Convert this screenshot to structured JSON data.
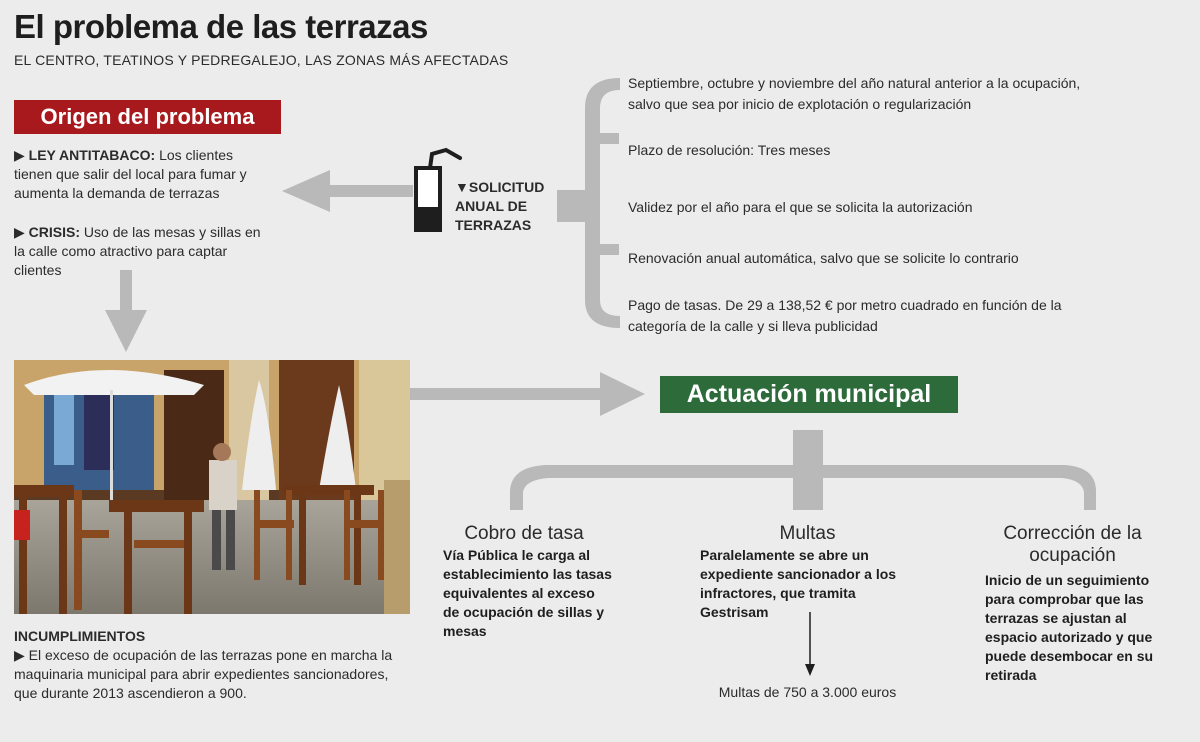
{
  "header": {
    "title": "El problema de las terrazas",
    "subtitle": "EL CENTRO, TEATINOS Y PEDREGALEJO, LAS ZONAS MÁS AFECTADAS"
  },
  "origin": {
    "banner": "Origen del problema",
    "causes": [
      {
        "marker": "▶",
        "head": "LEY ANTITABACO:",
        "body": " Los clientes tienen que salir del local para fumar y aumenta la demanda de terrazas"
      },
      {
        "marker": "▶",
        "head": "CRISIS:",
        "body": " Uso de las mesas y sillas en la calle como atractivo para captar clientes"
      }
    ]
  },
  "incumplimientos": {
    "head": "INCUMPLIMIENTOS",
    "marker": "▶",
    "body": " El exceso de ocupación de las terrazas pone en marcha la maquinaria municipal para abrir expedientes sancionadores, que durante 2013 ascendieron a 900."
  },
  "solicitud": {
    "marker": "▼",
    "label": "SOLICITUD ANUAL DE TERRAZAS",
    "requirements": [
      "Septiembre, octubre y noviembre del año natural anterior a la ocupación, salvo que sea por inicio de explotación o regularización",
      "Plazo de resolución: Tres meses",
      "Validez por el año para el que se solicita la autorización",
      "Renovación anual automática, salvo que se solicite lo contrario",
      "Pago de tasas. De 29 a 138,52 € por metro cuadrado en función de la categoría de la calle y si lleva publicidad"
    ]
  },
  "actuacion": {
    "banner": "Actuación municipal",
    "columns": [
      {
        "title": "Cobro de tasa",
        "body": "Vía Pública le carga al establecimiento las tasas equivalentes al exceso de ocupación de sillas y mesas"
      },
      {
        "title": "Multas",
        "body": "Paralelamente se abre un expediente sancionador a los infractores, que tramita Gestrisam",
        "result": "Multas de 750 a 3.000 euros"
      },
      {
        "title": "Corrección de la ocupación",
        "body": "Inicio de un seguimiento para comprobar que las terrazas se ajustan al espacio autorizado y que puede desembocar en su retirada"
      }
    ]
  },
  "colors": {
    "origin_banner": "#a8191d",
    "actuacion_banner": "#2e6b3b",
    "connector": "#b9b9b9",
    "background": "#ececec"
  },
  "icons": [
    "drink-cup-icon",
    "arrow-left-icon",
    "arrow-down-icon",
    "arrow-right-icon",
    "brace-icon"
  ]
}
